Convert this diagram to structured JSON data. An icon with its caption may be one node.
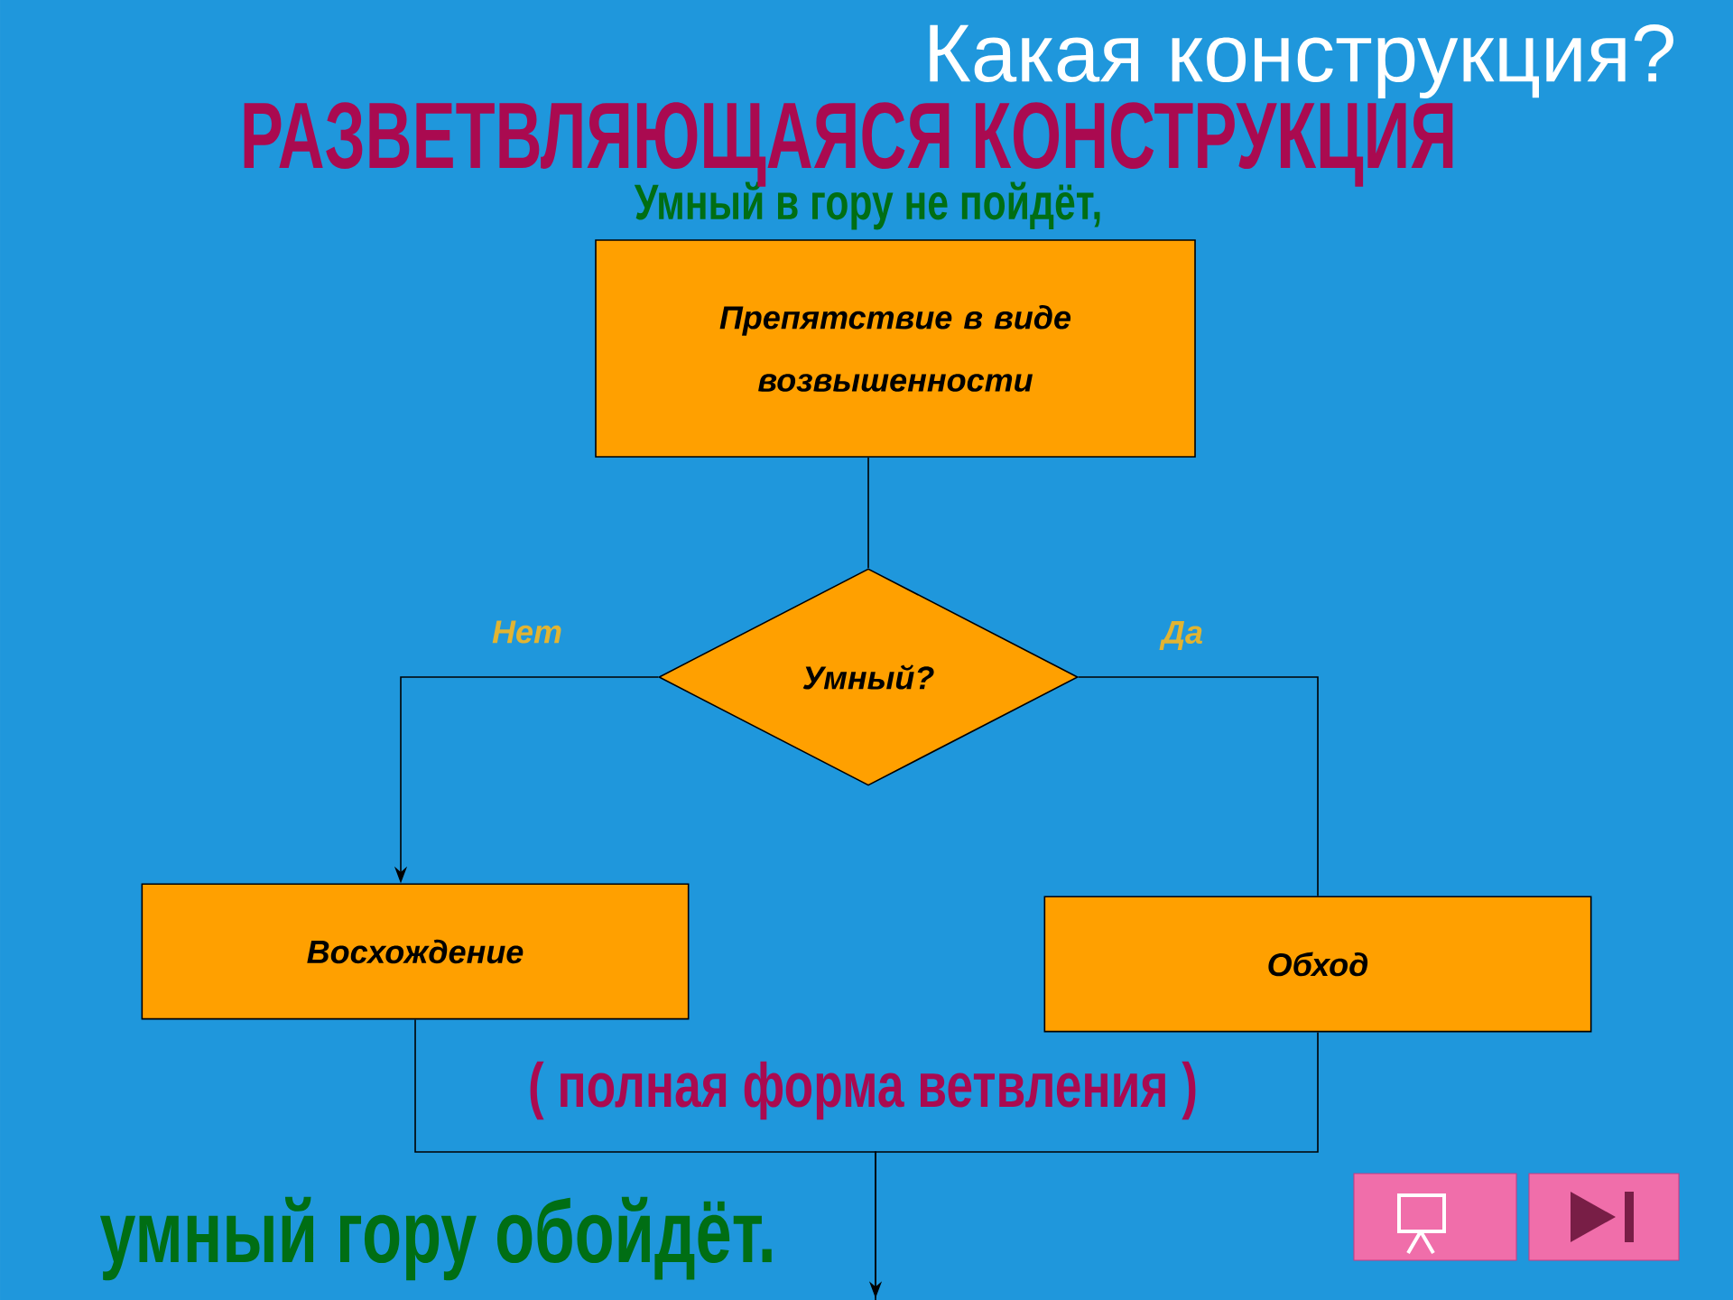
{
  "diagram": {
    "title": "Какая конструкция?",
    "nodes": [
      {
        "text": [
          "Препятствие в виде возвышенности"
        ]
      },
      {
        "text": [
          "Умный?"
        ]
      },
      {
        "text": [
          "Восхождение"
        ]
      },
      {
        "text": [
          "Обход"
        ]
      }
    ],
    "edges": [
      {
        "from": 0,
        "to": 1,
        "arrow": "none"
      },
      {
        "from": 1,
        "to": 2,
        "arrow": "to",
        "label": "Нет"
      },
      {
        "from": 1,
        "to": 3,
        "arrow": "none",
        "label": "Да"
      },
      {
        "from": 2,
        "to": null,
        "arrow": "none"
      },
      {
        "from": 3,
        "to": null,
        "arrow": "to"
      }
    ],
    "labels": [
      "РАЗВЕТВЛЯЮЩАЯСЯ КОНСТРУКЦИЯ",
      "Умный в гору не пойдёт,",
      "( полная форма ветвления )",
      "умный гору обойдёт."
    ]
  }
}
